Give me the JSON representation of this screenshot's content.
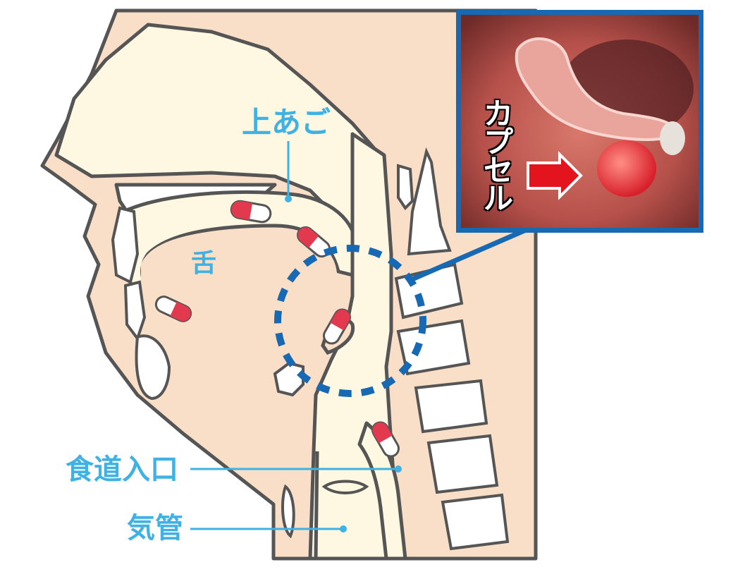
{
  "labels": {
    "palate": "上あご",
    "tongue": "舌",
    "esophagus_entrance": "食道入口",
    "trachea": "気管"
  },
  "photo": {
    "capsule_label": "カプセル",
    "arrow_color": "#e3141e",
    "frame_color": "#1769b3"
  },
  "colors": {
    "skin": "#f9dec8",
    "airway": "#fef7e2",
    "outline": "#555555",
    "label": "#3fb1e3",
    "capsule_red": "#e3394f",
    "dotted_circle": "#1769b3"
  },
  "icons": [
    "capsule-pill-icon",
    "red-arrow-icon"
  ]
}
